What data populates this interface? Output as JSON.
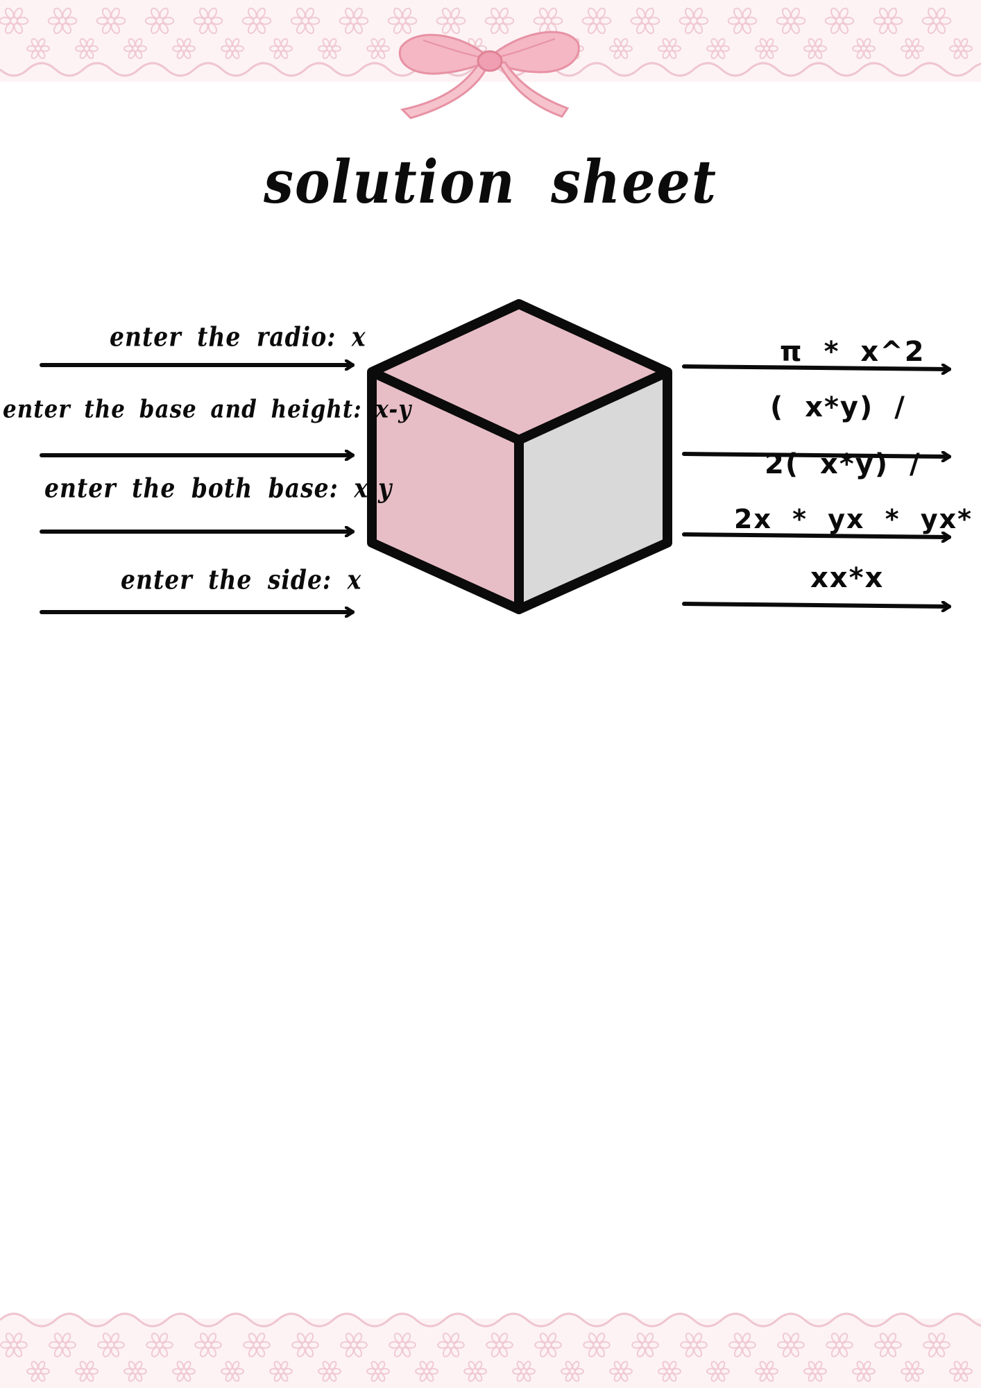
{
  "title": "solution sheet",
  "inputs": [
    {
      "label": "enter the radio: x"
    },
    {
      "label": "enter the base and height: x-y"
    },
    {
      "label": "enter the both base: x-y"
    },
    {
      "label": "enter the side: x"
    }
  ],
  "outputs": [
    {
      "formula": "π * x^2"
    },
    {
      "formula": "( x*y) /"
    },
    {
      "formula": "2( x*y) /"
    },
    {
      "formula": "2x * yx * yx*"
    },
    {
      "formula": "xx*x"
    }
  ],
  "colors": {
    "cube_left": "#e8bec6",
    "cube_top": "#e8bec6",
    "cube_right": "#d9d9d9",
    "stroke": "#0b0b0b",
    "lace": "#f3cfd6",
    "bow": "#f0a7b5"
  },
  "icons": {
    "bow": "ribbon-bow-icon",
    "cube": "cube-icon",
    "arrow": "arrow-right-icon"
  }
}
